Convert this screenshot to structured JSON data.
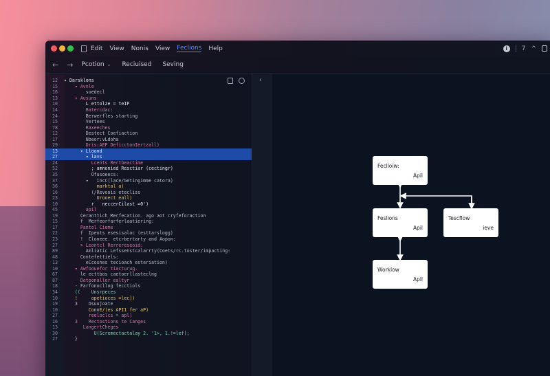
{
  "menubar": {
    "items": [
      "Edit",
      "View",
      "Nonis",
      "View",
      "Feclions",
      "Help"
    ],
    "active_index": 4,
    "right": {
      "info_icon": "i",
      "count": "7",
      "chevron": "^",
      "window_icon": "square"
    }
  },
  "toolbar": {
    "back": "←",
    "forward": "→",
    "items": [
      {
        "label": "Pcotion",
        "has_dropdown": true
      },
      {
        "label": "Reciuised",
        "has_dropdown": false
      },
      {
        "label": "Seving",
        "has_dropdown": false
      }
    ]
  },
  "editor": {
    "highlighted_line_index": 13,
    "lines": [
      {
        "num": "12",
        "text": "▾ Darsklons"
      },
      {
        "num": "15",
        "text": "    ▾ Avnle"
      },
      {
        "num": "16",
        "text": "        soedecl"
      },
      {
        "num": "13",
        "text": "    ▾ Ausuns"
      },
      {
        "num": "10",
        "text": "        L ettolze = teIP"
      },
      {
        "num": "14",
        "text": "        Batercdac:"
      },
      {
        "num": "24",
        "text": "        Berwerfles starting"
      },
      {
        "num": "15",
        "text": "        Vertees"
      },
      {
        "num": "78",
        "text": "        Raxeeches"
      },
      {
        "num": "12",
        "text": "        Destect Coefiaction"
      },
      {
        "num": "17",
        "text": "        Nbeor:vLdoha"
      },
      {
        "num": "29",
        "text": "        Dris:AEP DeficctonIertzall)"
      },
      {
        "num": "13",
        "text": "      ▾ Lloond"
      },
      {
        "num": "27",
        "text": "        ▾ lavs"
      },
      {
        "num": "24",
        "text": "          Lcents Rertbeactime"
      },
      {
        "num": "52",
        "text": "          ; amnonied Resctiar (cectingr)"
      },
      {
        "num": "35",
        "text": "          Ofusoeecs:"
      },
      {
        "num": "37",
        "text": "        ▾   incC(lace/Getingimme catora)"
      },
      {
        "num": "36",
        "text": "            marktal a)"
      },
      {
        "num": "16",
        "text": "          (/Revoois etecliss"
      },
      {
        "num": "23",
        "text": "            Urooect eall)"
      },
      {
        "num": "10",
        "text": "          r   neccerCilast =0')"
      },
      {
        "num": "45",
        "text": "        apil"
      },
      {
        "num": "19",
        "text": "      Ceranttich Merfecation. ago aot cryfeforaction"
      },
      {
        "num": "15",
        "text": "      f  Merfeorfarferlaatiering:"
      },
      {
        "num": "17",
        "text": "      Pantol Cieme"
      },
      {
        "num": "22",
        "text": "      f  Ipeots esesisalac (esttarslogg)"
      },
      {
        "num": "23",
        "text": "      !  Cloneee. etcrbertarty and Aopon:"
      },
      {
        "num": "27",
        "text": "      > Leontcl Rerrereseoid:"
      },
      {
        "num": "89",
        "text": "        Amliatic Lefssenstcalarrty(Coets/rc.toster/impacting:"
      },
      {
        "num": "48",
        "text": "      Contefettiels:"
      },
      {
        "num": "13",
        "text": "        eCcosnes tecioach esteriation)"
      },
      {
        "num": "10",
        "text": "    ▾ Awfoouefor tiacturug."
      },
      {
        "num": "67",
        "text": "      le ecttbos caetoerllasteclng"
      },
      {
        "num": "87",
        "text": "      Detponaller ealtyr"
      },
      {
        "num": "18",
        "text": "    - Farfonocllog fecctiols"
      },
      {
        "num": "34",
        "text": "    ((    Unsrpeces"
      },
      {
        "num": "10",
        "text": "    !     opetioces =lec])"
      },
      {
        "num": "19",
        "text": "    3    Osuujoate"
      },
      {
        "num": "10",
        "text": "         ConnE/(es API1 fer aP)"
      },
      {
        "num": "27",
        "text": "         reeloclcs = apl)"
      },
      {
        "num": "16",
        "text": "    3    Rectostions te Canges"
      },
      {
        "num": "13",
        "text": "       LangertCheges"
      },
      {
        "num": "30",
        "text": "           U(Scremectactalay 2. '1>, 1.!=lef);"
      },
      {
        "num": "27",
        "text": "    }"
      }
    ]
  },
  "diagram": {
    "nodes": [
      {
        "id": "n1",
        "title": "Feclloiw:",
        "subtitle": "Apil"
      },
      {
        "id": "n2",
        "title": "Feslions",
        "subtitle": "Apil"
      },
      {
        "id": "n3",
        "title": "Tescflow",
        "subtitle": "ieve"
      },
      {
        "id": "n4",
        "title": "Worklow",
        "subtitle": "Apil"
      }
    ],
    "edges": [
      {
        "from": "n1",
        "to": "n2",
        "type": "bidirectional"
      },
      {
        "from": "n3",
        "to": "n1-n2-edge",
        "type": "elbow"
      },
      {
        "from": "n2",
        "to": "n4",
        "type": "bidirectional"
      }
    ]
  }
}
